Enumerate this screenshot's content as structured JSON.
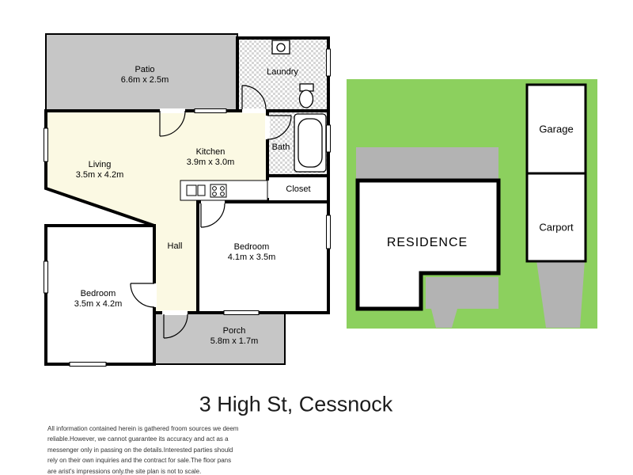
{
  "title": "3 High St, Cessnock",
  "floorplan": {
    "patio": {
      "name": "Patio",
      "dims": "6.6m x 2.5m"
    },
    "laundry": {
      "name": "Laundry"
    },
    "living": {
      "name": "Living",
      "dims": "3.5m x 4.2m"
    },
    "kitchen": {
      "name": "Kitchen",
      "dims": "3.9m x 3.0m"
    },
    "bath": {
      "name": "Bath"
    },
    "closet": {
      "name": "Closet"
    },
    "hall": {
      "name": "Hall"
    },
    "bedroom_right": {
      "name": "Bedroom",
      "dims": "4.1m x 3.5m"
    },
    "bedroom_left": {
      "name": "Bedroom",
      "dims": "3.5m x 4.2m"
    },
    "porch": {
      "name": "Porch",
      "dims": "5.8m x 1.7m"
    }
  },
  "siteplan": {
    "residence_label": "RESIDENCE",
    "garage_label": "Garage",
    "carport_label": "Carport"
  },
  "colors": {
    "grass": "#8cd05e",
    "paving": "#b3b3b3",
    "outdoor_gray": "#c6c6c6",
    "floor_cream": "#fbf9e3",
    "wall": "#000000"
  },
  "fixtures": [
    "laundry-sink",
    "toilet",
    "bathtub",
    "kitchen-sink",
    "stove"
  ],
  "disclaimer_lines": [
    "All information contained herein is gathered froom sources we deem",
    "reliable.However, we cannot guarantee its accuracy and act as a",
    "messenger only in passing on the details.Interested parties should",
    "rely on their own inquiries and the contract for sale.The floor pans",
    "are arist's impressions only.the site plan is not to scale."
  ]
}
